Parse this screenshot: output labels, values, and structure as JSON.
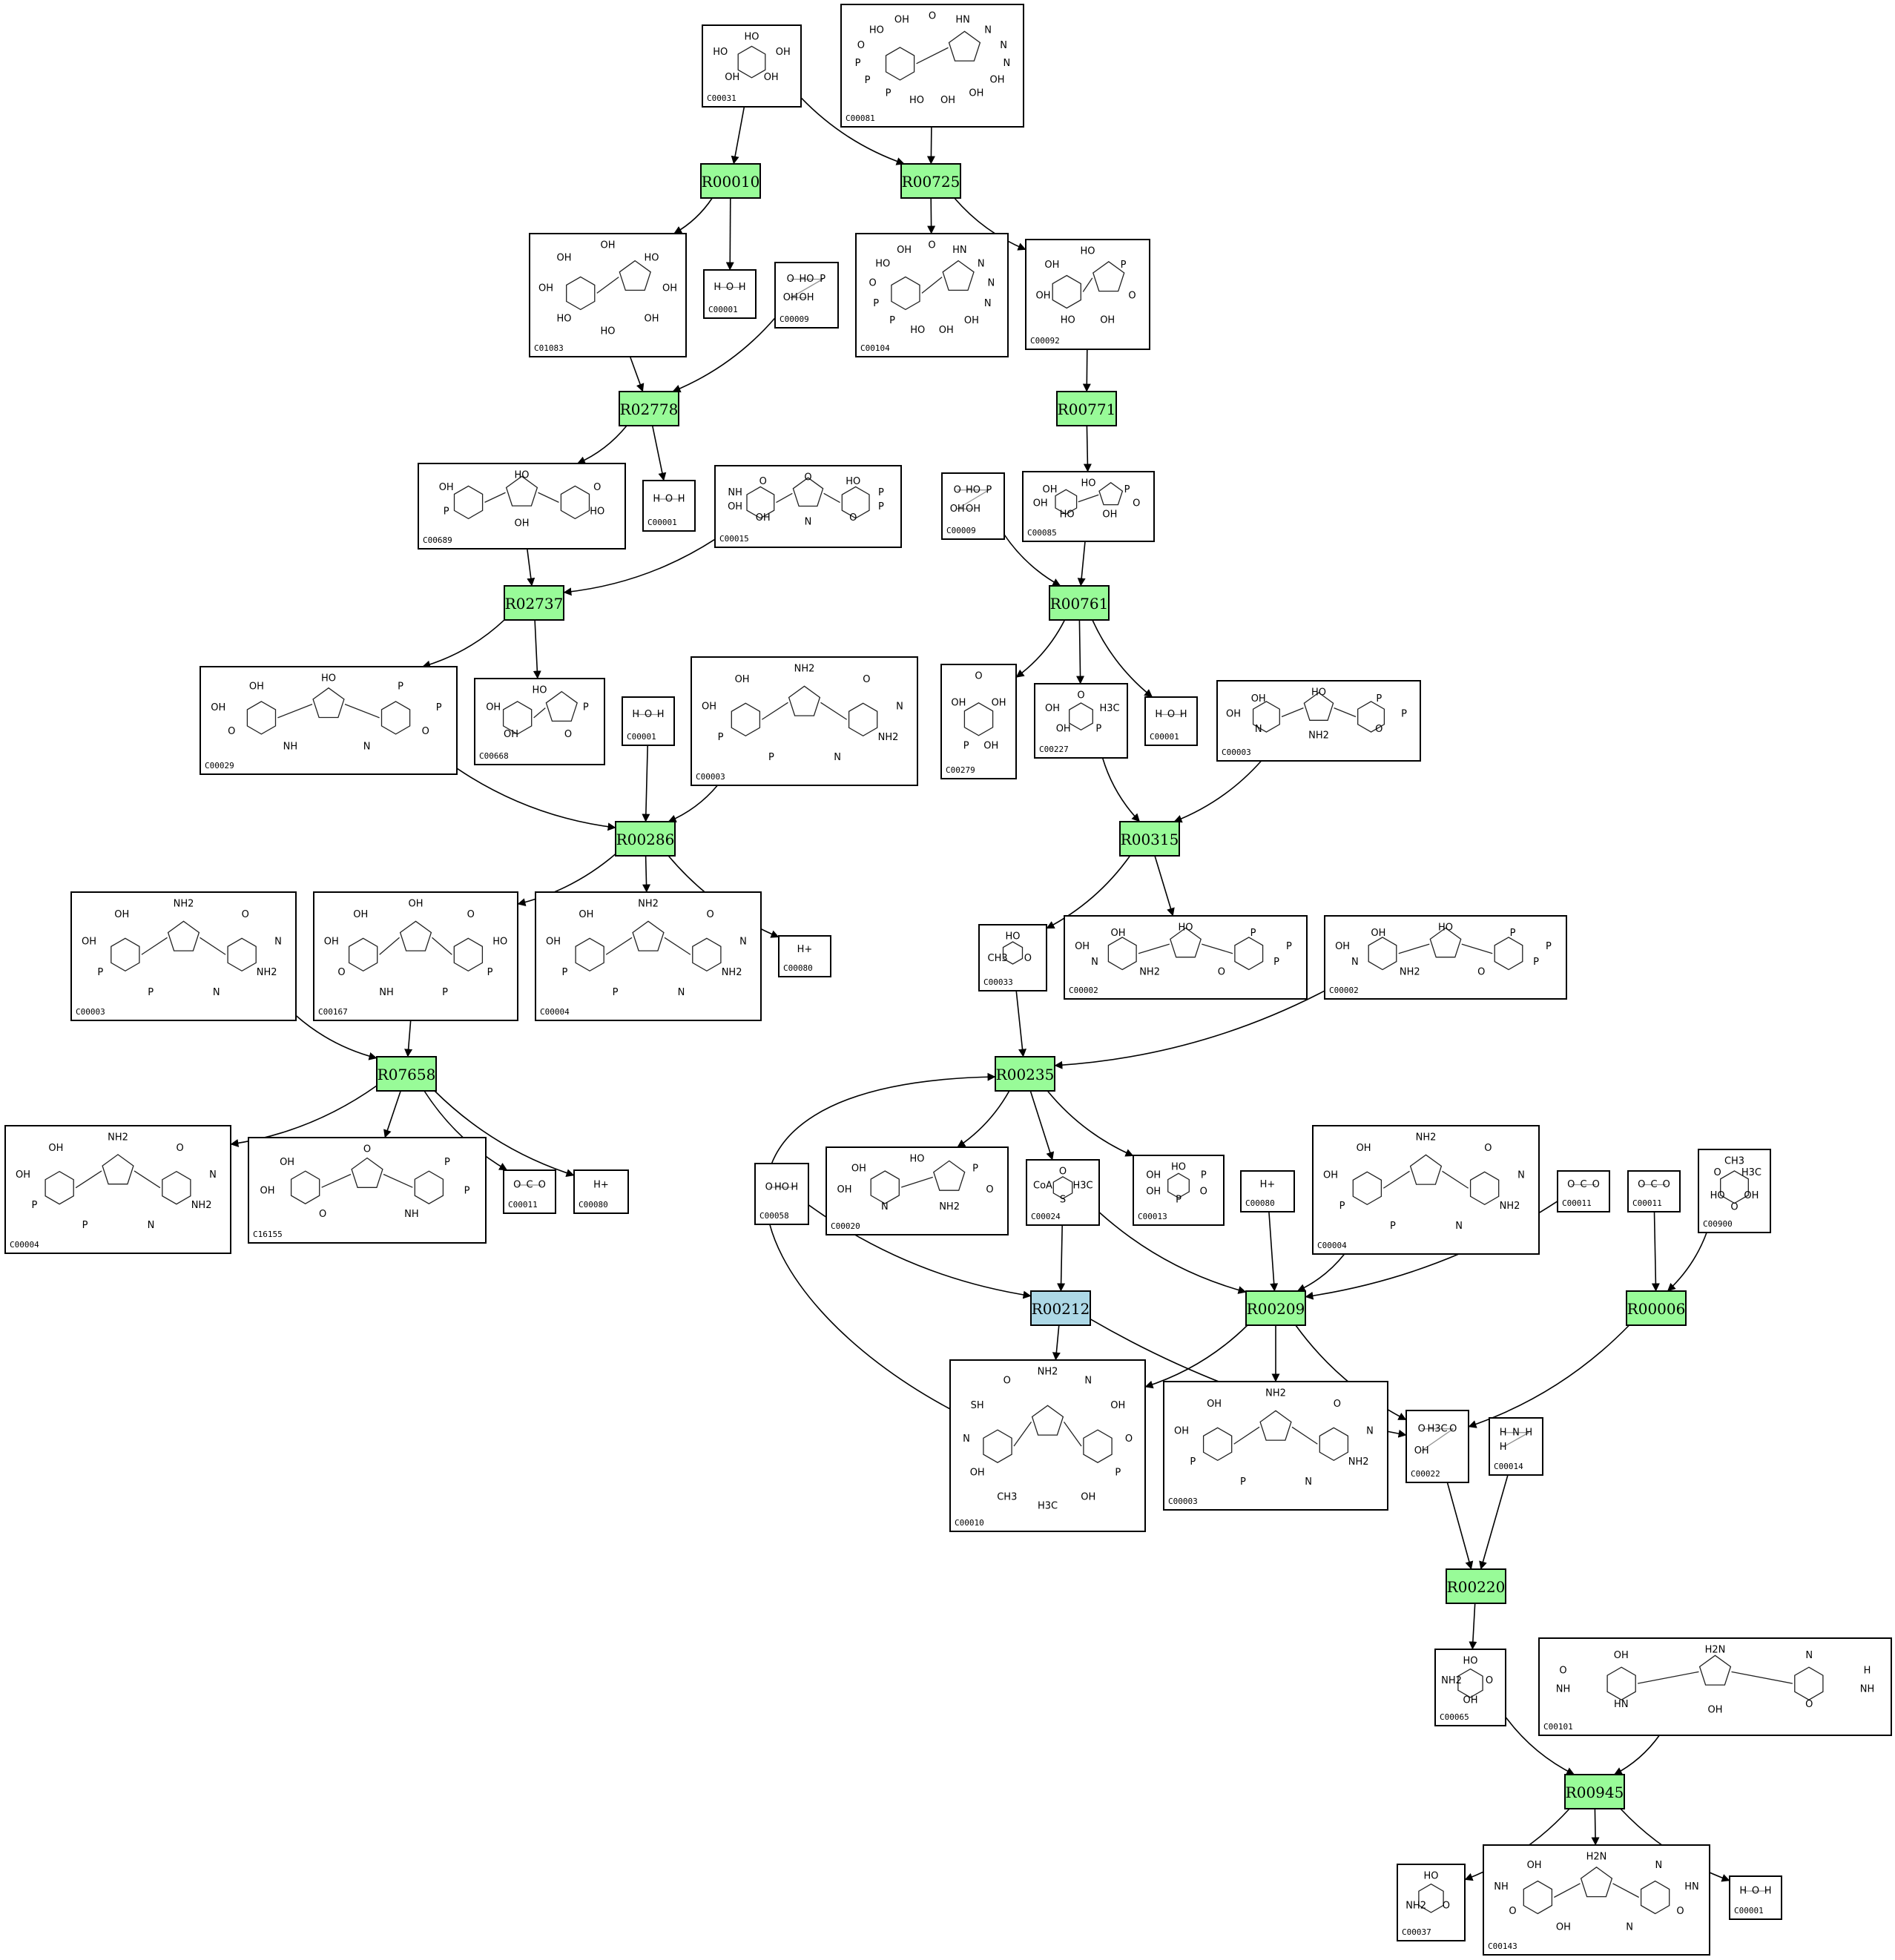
{
  "colors": {
    "reaction_fill": "#98FB98",
    "reaction_highlight_fill": "#ADD8E6",
    "compound_fill": "#FFFFFF",
    "stroke": "#000000"
  },
  "reactions": [
    {
      "id": "R00010",
      "highlight": false
    },
    {
      "id": "R00725",
      "highlight": false
    },
    {
      "id": "R02778",
      "highlight": false
    },
    {
      "id": "R00771",
      "highlight": false
    },
    {
      "id": "R02737",
      "highlight": false
    },
    {
      "id": "R00761",
      "highlight": false
    },
    {
      "id": "R00286",
      "highlight": false
    },
    {
      "id": "R00315",
      "highlight": false
    },
    {
      "id": "R07658",
      "highlight": false
    },
    {
      "id": "R00235",
      "highlight": false
    },
    {
      "id": "R00212",
      "highlight": true
    },
    {
      "id": "R00209",
      "highlight": false
    },
    {
      "id": "R00006",
      "highlight": false
    },
    {
      "id": "R00220",
      "highlight": false
    },
    {
      "id": "R00945",
      "highlight": false
    }
  ],
  "compounds": [
    {
      "key": "c1",
      "id": "C00031",
      "labels": [
        "HO",
        "OH",
        "OH",
        "OH",
        "HO"
      ]
    },
    {
      "key": "c2",
      "id": "C00081",
      "labels": [
        "O",
        "HN",
        "N",
        "N",
        "N",
        "OH",
        "OH",
        "OH",
        "HO",
        "P",
        "P",
        "P",
        "O",
        "HO",
        "OH"
      ]
    },
    {
      "key": "c3",
      "id": "C01083",
      "labels": [
        "OH",
        "HO",
        "OH",
        "OH",
        "HO",
        "HO",
        "OH",
        "OH"
      ]
    },
    {
      "key": "c4",
      "id": "C00001",
      "labels": [
        "H",
        "O",
        "H"
      ]
    },
    {
      "key": "c5",
      "id": "C00009",
      "labels": [
        "O",
        "HO",
        "P",
        "OH",
        "OH"
      ]
    },
    {
      "key": "c6",
      "id": "C00104",
      "labels": [
        "O",
        "HN",
        "N",
        "N",
        "N",
        "OH",
        "OH",
        "HO",
        "P",
        "P",
        "O",
        "HO",
        "OH"
      ]
    },
    {
      "key": "c7",
      "id": "C00092",
      "labels": [
        "HO",
        "P",
        "O",
        "OH",
        "HO",
        "OH",
        "OH"
      ]
    },
    {
      "key": "c8",
      "id": "C00689",
      "labels": [
        "HO",
        "O",
        "HO",
        "OH",
        "P",
        "OH"
      ]
    },
    {
      "key": "c9",
      "id": "C00001",
      "labels": [
        "H",
        "O",
        "H"
      ]
    },
    {
      "key": "c10",
      "id": "C00015",
      "labels": [
        "O",
        "HO",
        "P",
        "P",
        "O",
        "N",
        "OH",
        "OH",
        "NH",
        "O"
      ]
    },
    {
      "key": "c11",
      "id": "C00009",
      "labels": [
        "O",
        "HO",
        "P",
        "OH",
        "OH"
      ]
    },
    {
      "key": "c12",
      "id": "C00085",
      "labels": [
        "HO",
        "P",
        "O",
        "OH",
        "HO",
        "OH",
        "OH"
      ]
    },
    {
      "key": "c13",
      "id": "C00029",
      "labels": [
        "HO",
        "P",
        "P",
        "O",
        "N",
        "NH",
        "O",
        "OH",
        "OH"
      ]
    },
    {
      "key": "c14",
      "id": "C00668",
      "labels": [
        "HO",
        "P",
        "O",
        "OH",
        "OH"
      ]
    },
    {
      "key": "c15",
      "id": "C00001",
      "labels": [
        "H",
        "O",
        "H"
      ]
    },
    {
      "key": "c16",
      "id": "C00003",
      "labels": [
        "NH2",
        "O",
        "N",
        "NH2",
        "N",
        "P",
        "P",
        "OH",
        "OH"
      ]
    },
    {
      "key": "c17",
      "id": "C00279",
      "labels": [
        "O",
        "OH",
        "OH",
        "P",
        "OH"
      ]
    },
    {
      "key": "c18",
      "id": "C00227",
      "labels": [
        "O",
        "H3C",
        "P",
        "OH",
        "OH"
      ]
    },
    {
      "key": "c19",
      "id": "C00001",
      "labels": [
        "H",
        "O",
        "H"
      ]
    },
    {
      "key": "c20",
      "id": "C00003",
      "labels": [
        "HO",
        "P",
        "P",
        "O",
        "NH2",
        "N",
        "OH",
        "OH"
      ]
    },
    {
      "key": "c21",
      "id": "C00003",
      "labels": [
        "NH2",
        "O",
        "N",
        "NH2",
        "N",
        "P",
        "P",
        "OH",
        "OH"
      ]
    },
    {
      "key": "c22",
      "id": "C00167",
      "labels": [
        "OH",
        "O",
        "HO",
        "P",
        "P",
        "NH",
        "O",
        "OH",
        "OH"
      ]
    },
    {
      "key": "c23",
      "id": "C00004",
      "labels": [
        "NH2",
        "O",
        "N",
        "NH2",
        "N",
        "P",
        "P",
        "OH",
        "OH"
      ]
    },
    {
      "key": "c24",
      "id": "C00080",
      "labels": [
        "H+"
      ]
    },
    {
      "key": "c25",
      "id": "C00033",
      "labels": [
        "HO",
        "O",
        "CH3"
      ]
    },
    {
      "key": "c26",
      "id": "C00002",
      "labels": [
        "HO",
        "P",
        "P",
        "P",
        "O",
        "NH2",
        "N",
        "OH",
        "OH"
      ]
    },
    {
      "key": "c27",
      "id": "C00002",
      "labels": [
        "HO",
        "P",
        "P",
        "P",
        "O",
        "NH2",
        "N",
        "OH",
        "OH"
      ]
    },
    {
      "key": "c28",
      "id": "C00004",
      "labels": [
        "NH2",
        "O",
        "N",
        "NH2",
        "N",
        "P",
        "P",
        "OH",
        "OH"
      ]
    },
    {
      "key": "c29",
      "id": "C16155",
      "labels": [
        "O",
        "P",
        "P",
        "NH",
        "O",
        "OH",
        "OH"
      ]
    },
    {
      "key": "c30",
      "id": "C00011",
      "labels": [
        "O",
        "C",
        "O"
      ]
    },
    {
      "key": "c31",
      "id": "C00080",
      "labels": [
        "H+"
      ]
    },
    {
      "key": "c32",
      "id": "C00058",
      "labels": [
        "O",
        "HO",
        "H"
      ]
    },
    {
      "key": "c33",
      "id": "C00020",
      "labels": [
        "HO",
        "P",
        "O",
        "NH2",
        "N",
        "OH",
        "OH"
      ]
    },
    {
      "key": "c34",
      "id": "C00024",
      "labels": [
        "O",
        "H3C",
        "S",
        "CoA"
      ]
    },
    {
      "key": "c35",
      "id": "C00013",
      "labels": [
        "HO",
        "P",
        "O",
        "P",
        "OH",
        "OH"
      ]
    },
    {
      "key": "c36",
      "id": "C00080",
      "labels": [
        "H+"
      ]
    },
    {
      "key": "c37",
      "id": "C00004",
      "labels": [
        "NH2",
        "O",
        "N",
        "NH2",
        "N",
        "P",
        "P",
        "OH",
        "OH"
      ]
    },
    {
      "key": "c38",
      "id": "C00011",
      "labels": [
        "O",
        "C",
        "O"
      ]
    },
    {
      "key": "c39",
      "id": "C00011",
      "labels": [
        "O",
        "C",
        "O"
      ]
    },
    {
      "key": "c40",
      "id": "C00900",
      "labels": [
        "CH3",
        "H3C",
        "OH",
        "O",
        "HO",
        "O"
      ]
    },
    {
      "key": "c41",
      "id": "C00010",
      "labels": [
        "NH2",
        "N",
        "OH",
        "O",
        "P",
        "OH",
        "H3C",
        "CH3",
        "OH",
        "N",
        "SH",
        "O"
      ]
    },
    {
      "key": "c42",
      "id": "C00003",
      "labels": [
        "NH2",
        "O",
        "N",
        "NH2",
        "N",
        "P",
        "P",
        "OH",
        "OH"
      ]
    },
    {
      "key": "c43",
      "id": "C00022",
      "labels": [
        "O",
        "H3C",
        "O",
        "OH"
      ]
    },
    {
      "key": "c44",
      "id": "C00014",
      "labels": [
        "H",
        "N",
        "H",
        "H"
      ]
    },
    {
      "key": "c45",
      "id": "C00065",
      "labels": [
        "HO",
        "O",
        "OH",
        "NH2"
      ]
    },
    {
      "key": "c46",
      "id": "C00101",
      "labels": [
        "H2N",
        "N",
        "H",
        "NH",
        "O",
        "OH",
        "HN",
        "NH",
        "O",
        "OH"
      ]
    },
    {
      "key": "c47",
      "id": "C00037",
      "labels": [
        "HO",
        "O",
        "NH2"
      ]
    },
    {
      "key": "c48",
      "id": "C00143",
      "labels": [
        "H2N",
        "N",
        "HN",
        "O",
        "N",
        "OH",
        "O",
        "NH",
        "OH"
      ]
    },
    {
      "key": "c49",
      "id": "C00001",
      "labels": [
        "H",
        "O",
        "H"
      ]
    }
  ]
}
